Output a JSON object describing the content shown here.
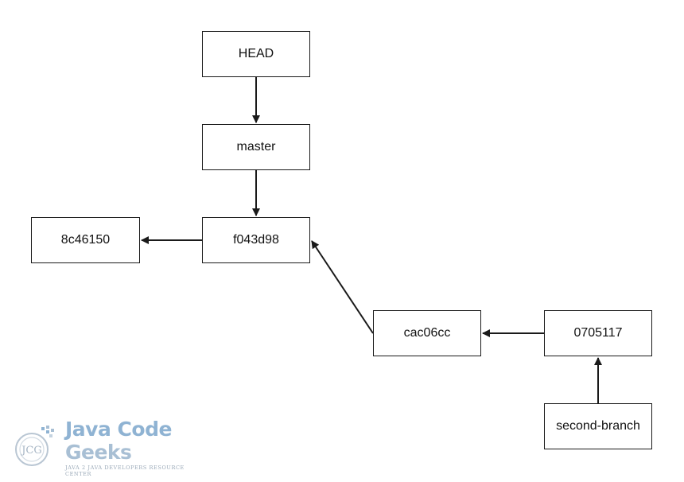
{
  "diagram": {
    "nodes": {
      "head": "HEAD",
      "master": "master",
      "f043d98": "f043d98",
      "8c46150": "8c46150",
      "cac06cc": "cac06cc",
      "0705117": "0705117",
      "second_branch": "second-branch"
    },
    "edges": [
      {
        "from": "HEAD",
        "to": "master"
      },
      {
        "from": "master",
        "to": "f043d98"
      },
      {
        "from": "f043d98",
        "to": "8c46150"
      },
      {
        "from": "cac06cc",
        "to": "f043d98"
      },
      {
        "from": "0705117",
        "to": "cac06cc"
      },
      {
        "from": "second-branch",
        "to": "0705117"
      }
    ],
    "stroke_color": "#1a1a1a"
  },
  "watermark": {
    "icon_text": "JCG",
    "brand_word1": "Java Code",
    "brand_word2": "Geeks",
    "tagline": "JAVA 2 JAVA DEVELOPERS RESOURCE CENTER",
    "color": "#8fb3d3"
  }
}
